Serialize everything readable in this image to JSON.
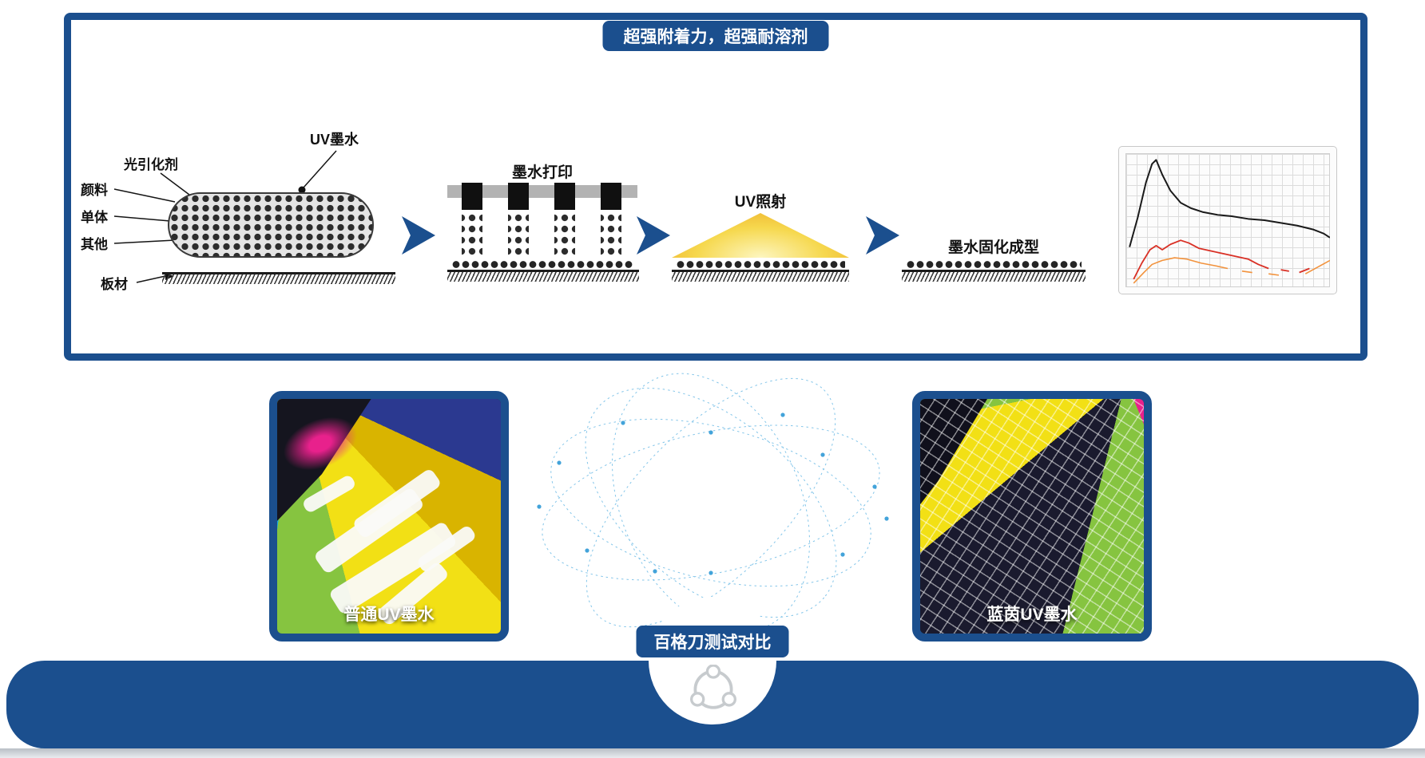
{
  "page": {
    "background": "#ffffff",
    "accent_color": "#1b4f8e"
  },
  "top_panel": {
    "title": "超强附着力，超强耐溶剂",
    "diagram": {
      "ink_labels": {
        "photoinitiator": "光引化剂",
        "uv_ink": "UV墨水",
        "pigment": "颜料",
        "monomer": "单体",
        "other": "其他",
        "substrate": "板材"
      },
      "steps": [
        {
          "label": "墨水打印"
        },
        {
          "label": "UV照射"
        },
        {
          "label": "墨水固化成型"
        }
      ]
    }
  },
  "chart_data": {
    "type": "line",
    "title": "",
    "xlabel": "",
    "ylabel": "",
    "grid": true,
    "legend": null,
    "axis_labels_visible": false,
    "x_range": [
      0,
      100
    ],
    "y_range": [
      0,
      100
    ],
    "series": [
      {
        "name": "black-curve",
        "color": "#1a1a1a",
        "stroke_width": 2,
        "points": [
          [
            2,
            30
          ],
          [
            6,
            52
          ],
          [
            10,
            78
          ],
          [
            13,
            92
          ],
          [
            15,
            95
          ],
          [
            18,
            84
          ],
          [
            22,
            72
          ],
          [
            27,
            63
          ],
          [
            32,
            59
          ],
          [
            38,
            56
          ],
          [
            45,
            54
          ],
          [
            52,
            53
          ],
          [
            60,
            51
          ],
          [
            68,
            50
          ],
          [
            76,
            48
          ],
          [
            84,
            46
          ],
          [
            92,
            43
          ],
          [
            97,
            40
          ],
          [
            100,
            37
          ]
        ]
      },
      {
        "name": "red-curve",
        "color": "#d93025",
        "stroke_width": 1.8,
        "points": [
          [
            4,
            6
          ],
          [
            8,
            18
          ],
          [
            12,
            28
          ],
          [
            15,
            31
          ],
          [
            18,
            28
          ],
          [
            22,
            32
          ],
          [
            27,
            35
          ],
          [
            31,
            33
          ],
          [
            36,
            29
          ],
          [
            42,
            27
          ],
          [
            48,
            25
          ],
          [
            54,
            23
          ],
          [
            60,
            21
          ],
          [
            65,
            17
          ],
          [
            70,
            14
          ],
          null,
          [
            76,
            13
          ],
          [
            80,
            12
          ],
          null,
          [
            85,
            11
          ],
          [
            90,
            14
          ]
        ]
      },
      {
        "name": "orange-curve",
        "color": "#f2923c",
        "stroke_width": 1.6,
        "points": [
          [
            4,
            3
          ],
          [
            9,
            11
          ],
          [
            13,
            17
          ],
          [
            18,
            20
          ],
          [
            24,
            22
          ],
          [
            30,
            21
          ],
          [
            37,
            18
          ],
          [
            44,
            16
          ],
          [
            50,
            14
          ],
          null,
          [
            57,
            12
          ],
          [
            62,
            11
          ],
          null,
          [
            70,
            10
          ],
          [
            75,
            9
          ],
          null,
          [
            88,
            10
          ],
          [
            94,
            15
          ],
          [
            100,
            20
          ]
        ]
      }
    ]
  },
  "comparison": {
    "left_caption": "普通UV墨水",
    "right_caption": "蓝茵UV墨水",
    "badge": "百格刀测试对比"
  },
  "footer": {
    "icon": "share-network-icon"
  }
}
